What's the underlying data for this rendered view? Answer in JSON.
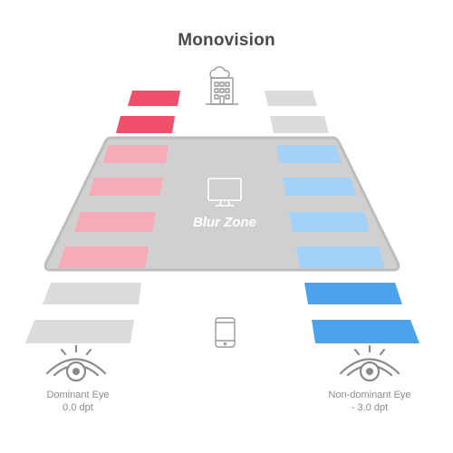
{
  "title": "Monovision",
  "blur_zone_label": "Blur Zone",
  "colors": {
    "red_strong": "#f0506a",
    "red_light": "#f7aab8",
    "blue_strong": "#4aa3ec",
    "blue_light": "#a3d1f8",
    "gray_bar": "#dcdcdc",
    "zone_fill": "#d0d0d0",
    "zone_stroke": "#bdbdbd",
    "icon_stroke": "#999999",
    "eye_stroke": "#8a8a8a"
  },
  "icons": {
    "far": "building-icon",
    "mid": "monitor-icon",
    "near": "smartphone-icon",
    "left_eye": "eye-icon",
    "right_eye": "eye-icon"
  },
  "left_eye": {
    "label": "Dominant Eye",
    "value": "0.0 dpt"
  },
  "right_eye": {
    "label": "Non-dominant Eye",
    "value": "- 3.0 dpt"
  },
  "left_bars": [
    "red_strong",
    "red_strong",
    "red_light",
    "red_light",
    "red_light",
    "red_light",
    "gray_bar",
    "gray_bar"
  ],
  "right_bars": [
    "gray_bar",
    "gray_bar",
    "blue_light",
    "blue_light",
    "blue_light",
    "blue_light",
    "blue_strong",
    "blue_strong"
  ]
}
